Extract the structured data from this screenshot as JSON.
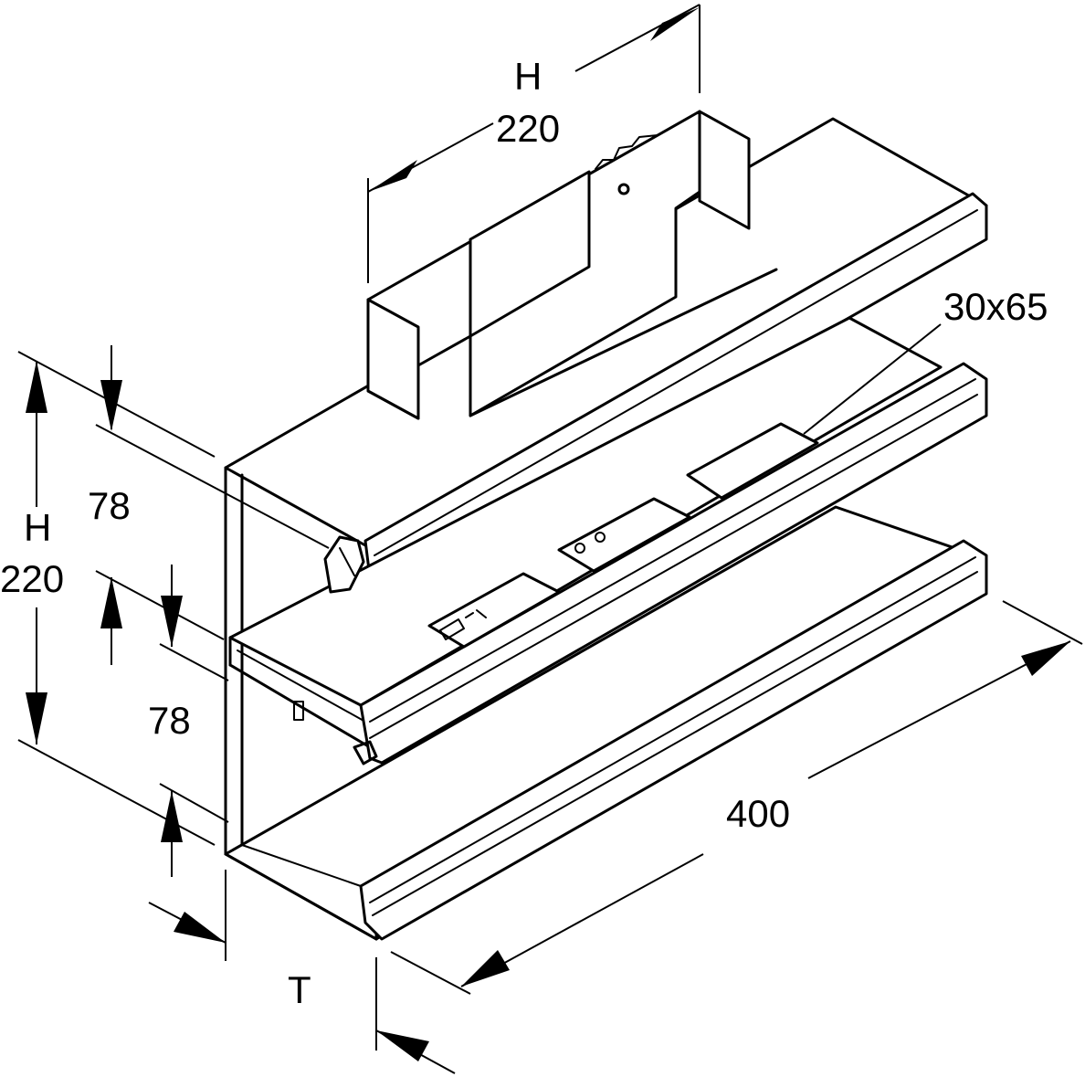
{
  "drawing": {
    "dimensions": {
      "insert_height_symbol": "H",
      "insert_height_value": "220",
      "cutout_size": "30x65",
      "upper_compartment": "78",
      "left_height_symbol": "H",
      "left_height_value": "220",
      "lower_compartment": "78",
      "length": "400",
      "depth_symbol": "T"
    }
  }
}
